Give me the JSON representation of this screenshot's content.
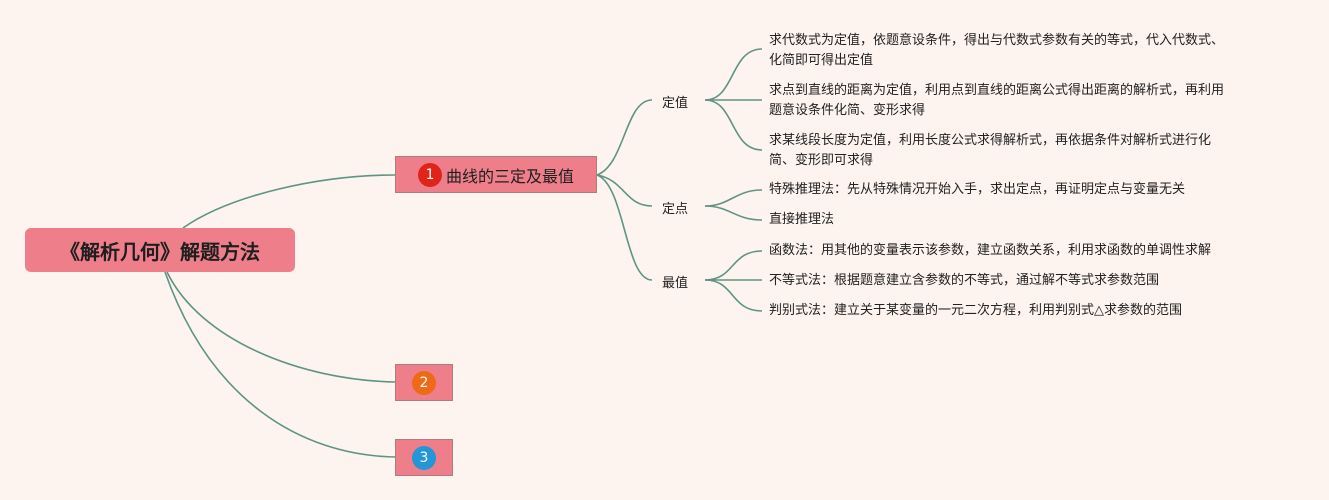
{
  "root": {
    "label": "《解析几何》解题方法"
  },
  "branches": [
    {
      "badge": "1",
      "badge_color": "#e0241a",
      "label": "曲线的三定及最值"
    },
    {
      "badge": "2",
      "badge_color": "#ee6a16",
      "label": ""
    },
    {
      "badge": "3",
      "badge_color": "#2496d8",
      "label": ""
    }
  ],
  "subtopics": [
    {
      "label": "定值",
      "leaves": [
        [
          "求代数式为定值，依题意设条件，得出与代数式参数有关的等式，代入代数式、",
          "化简即可得出定值"
        ],
        [
          "求点到直线的距离为定值，利用点到直线的距离公式得出距离的解析式，再利用",
          "题意设条件化简、变形求得"
        ],
        [
          "求某线段长度为定值，利用长度公式求得解析式，再依据条件对解析式进行化",
          "简、变形即可求得"
        ]
      ]
    },
    {
      "label": "定点",
      "leaves": [
        [
          "特殊推理法：先从特殊情况开始入手，求出定点，再证明定点与变量无关"
        ],
        [
          "直接推理法"
        ]
      ]
    },
    {
      "label": "最值",
      "leaves": [
        [
          "函数法：用其他的变量表示该参数，建立函数关系，利用求函数的单调性求解"
        ],
        [
          "不等式法：根据题意建立含参数的不等式，通过解不等式求参数范围"
        ],
        [
          "判别式法：建立关于某变量的一元二次方程，利用判别式△求参数的范围"
        ]
      ]
    }
  ],
  "colors": {
    "background": "#fdf3ef",
    "node_fill": "#ee7f8a",
    "connector": "#5e9484"
  }
}
